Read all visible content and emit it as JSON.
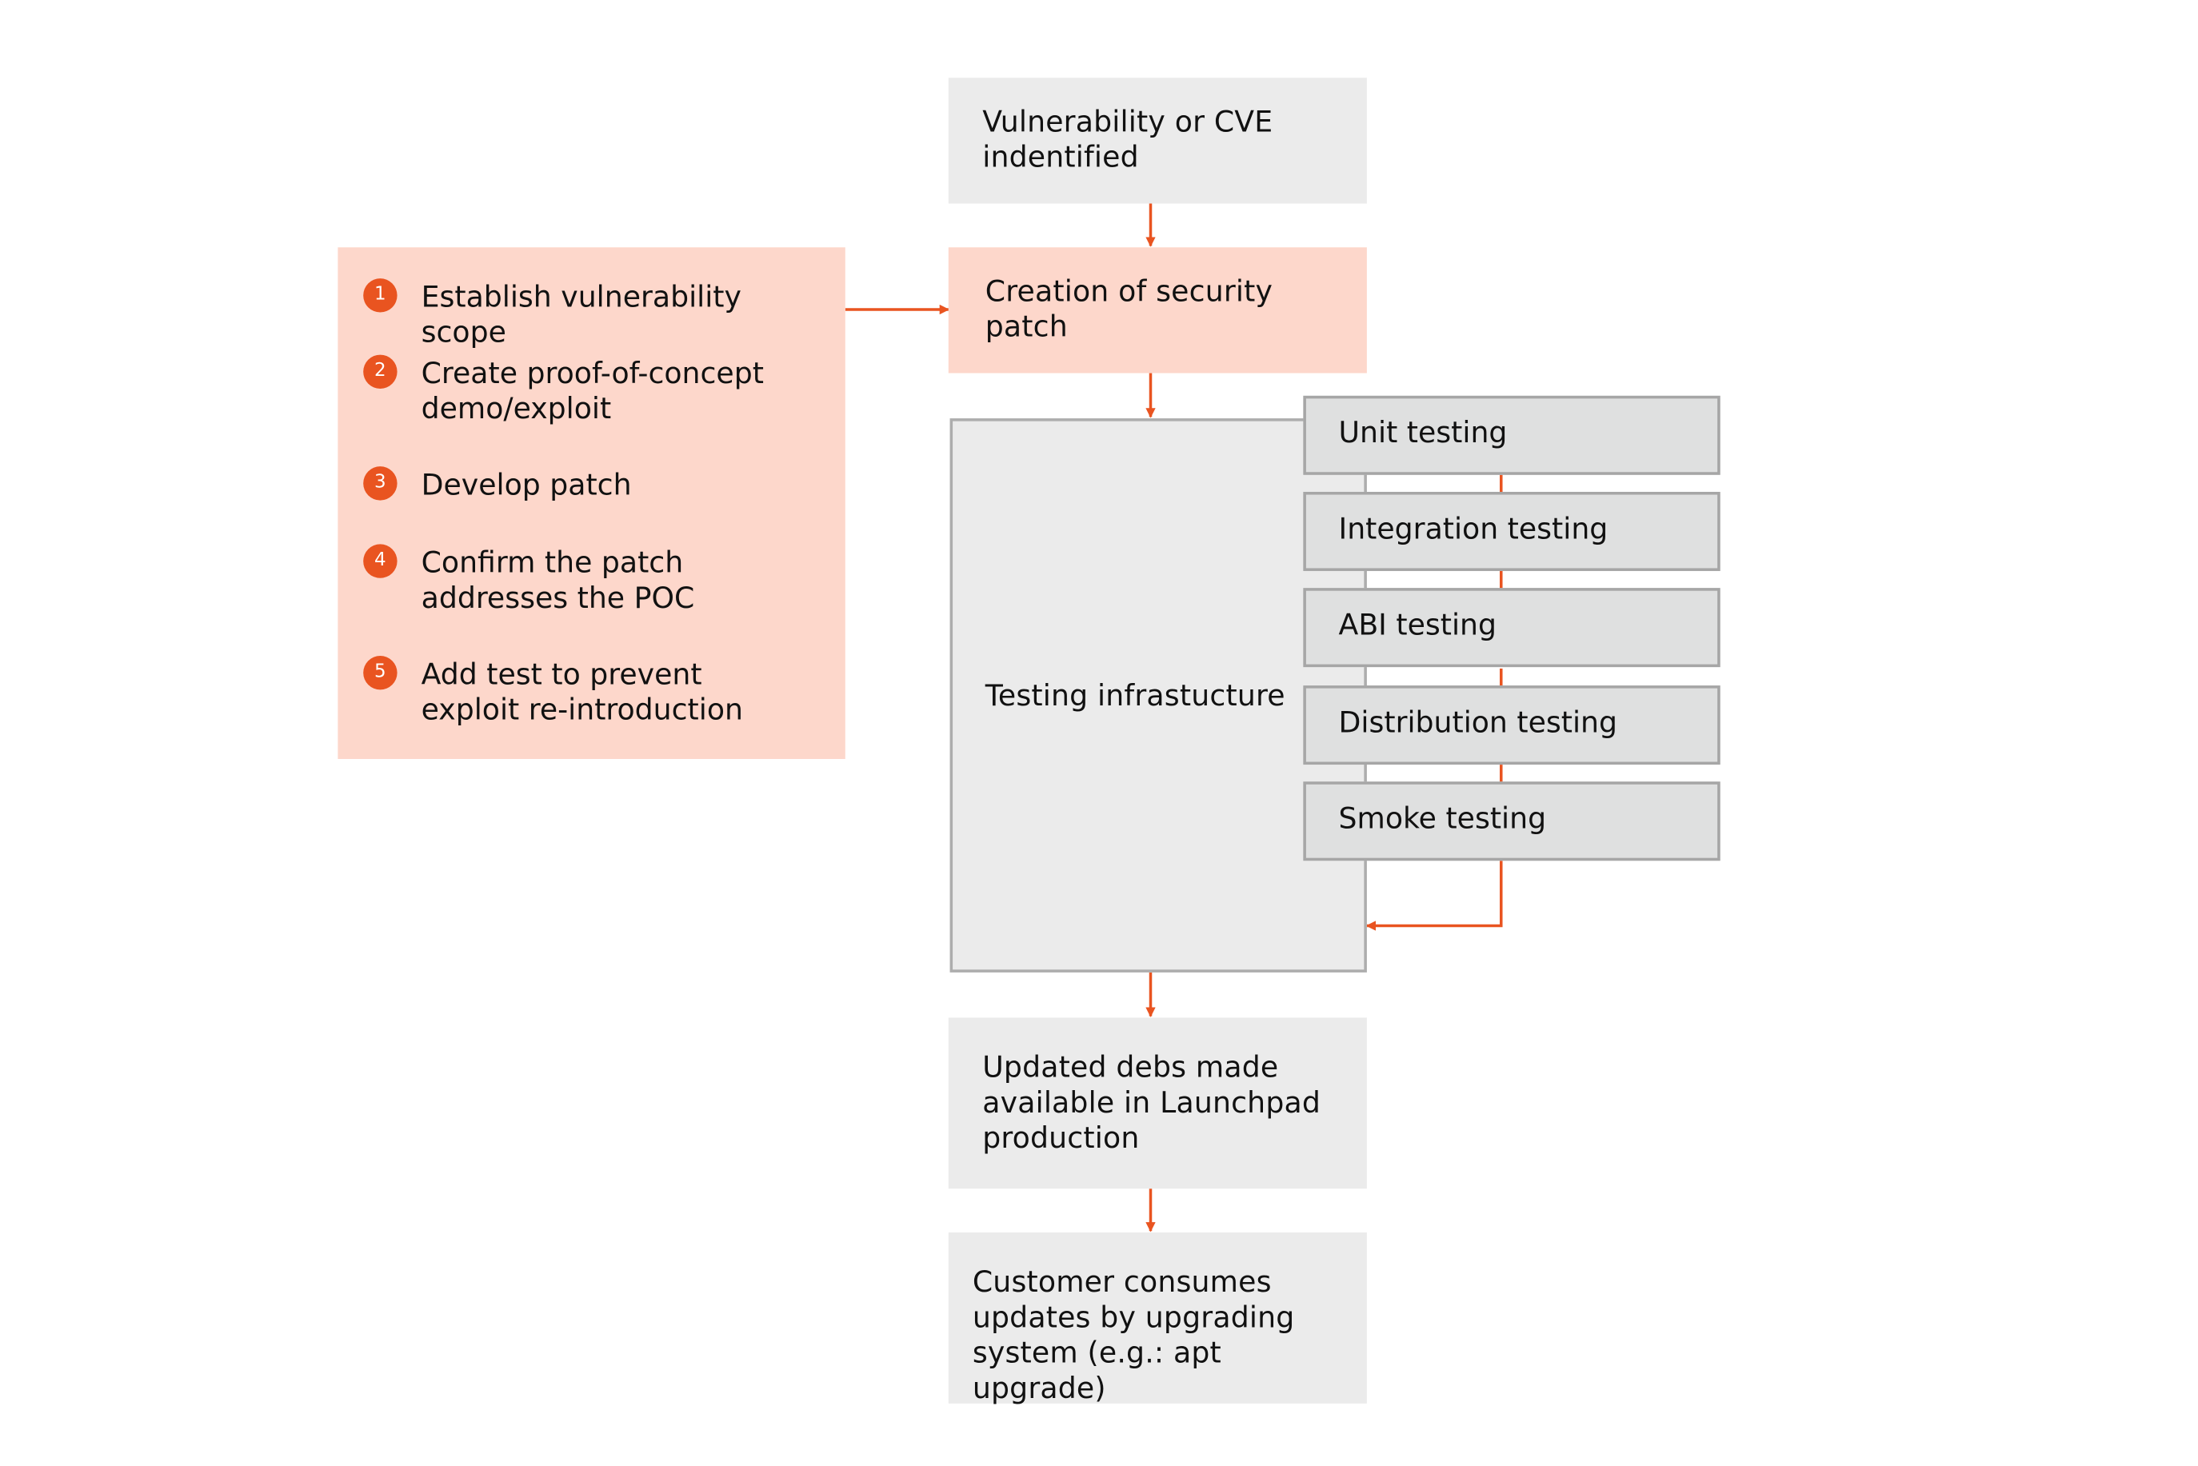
{
  "boxes": {
    "vulnerability": "Vulnerability or CVE indentified",
    "creation": "Creation of security patch",
    "testing_infra": "Testing infrastucture",
    "updated_debs": "Updated debs made available in Launchpad production",
    "customer": "Customer consumes updates by upgrading system (e.g.: apt upgrade)"
  },
  "patch_steps": [
    {
      "number": "1",
      "label": "Establish vulnerability scope"
    },
    {
      "number": "2",
      "label": "Create proof-of-concept demo/exploit"
    },
    {
      "number": "3",
      "label": "Develop patch"
    },
    {
      "number": "4",
      "label": "Confirm the patch addresses the POC"
    },
    {
      "number": "5",
      "label": "Add test to prevent exploit re-introduction"
    }
  ],
  "tests": [
    "Unit testing",
    "Integration testing",
    "ABI testing",
    "Distribution testing",
    "Smoke testing"
  ],
  "colors": {
    "accent": "#e95420",
    "peach": "#fdd7cb",
    "gray_box": "#ebebeb",
    "test_box": "#dfe0e0",
    "border": "#a6a6a6"
  }
}
